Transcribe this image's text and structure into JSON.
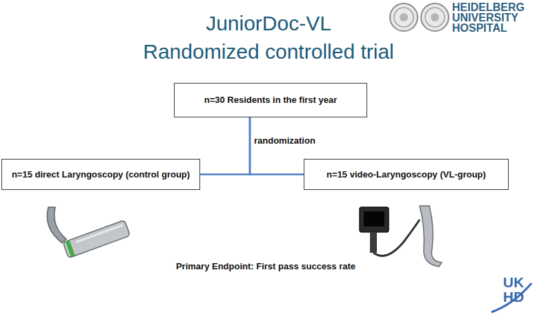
{
  "diagram": {
    "title": "JuniorDoc-VL",
    "nodes": [
      {
        "text": [
          "n=30 Residents in the first year"
        ]
      },
      {
        "text": [
          "n=15 direct Laryngoscopy (control group)"
        ]
      },
      {
        "text": [
          "n=15 video-Laryngoscopy (VL-group)"
        ]
      }
    ],
    "edges": [
      {
        "from": 0,
        "to": 1,
        "arrow": "none"
      },
      {
        "from": 0,
        "to": 2,
        "arrow": "none"
      }
    ],
    "labels": [
      "Randomized controlled trial",
      "randomization",
      "Primary Endpoint: First pass success rate",
      "HEIDELBERG UNIVERSITY HOSPITAL",
      "UK HD"
    ]
  }
}
